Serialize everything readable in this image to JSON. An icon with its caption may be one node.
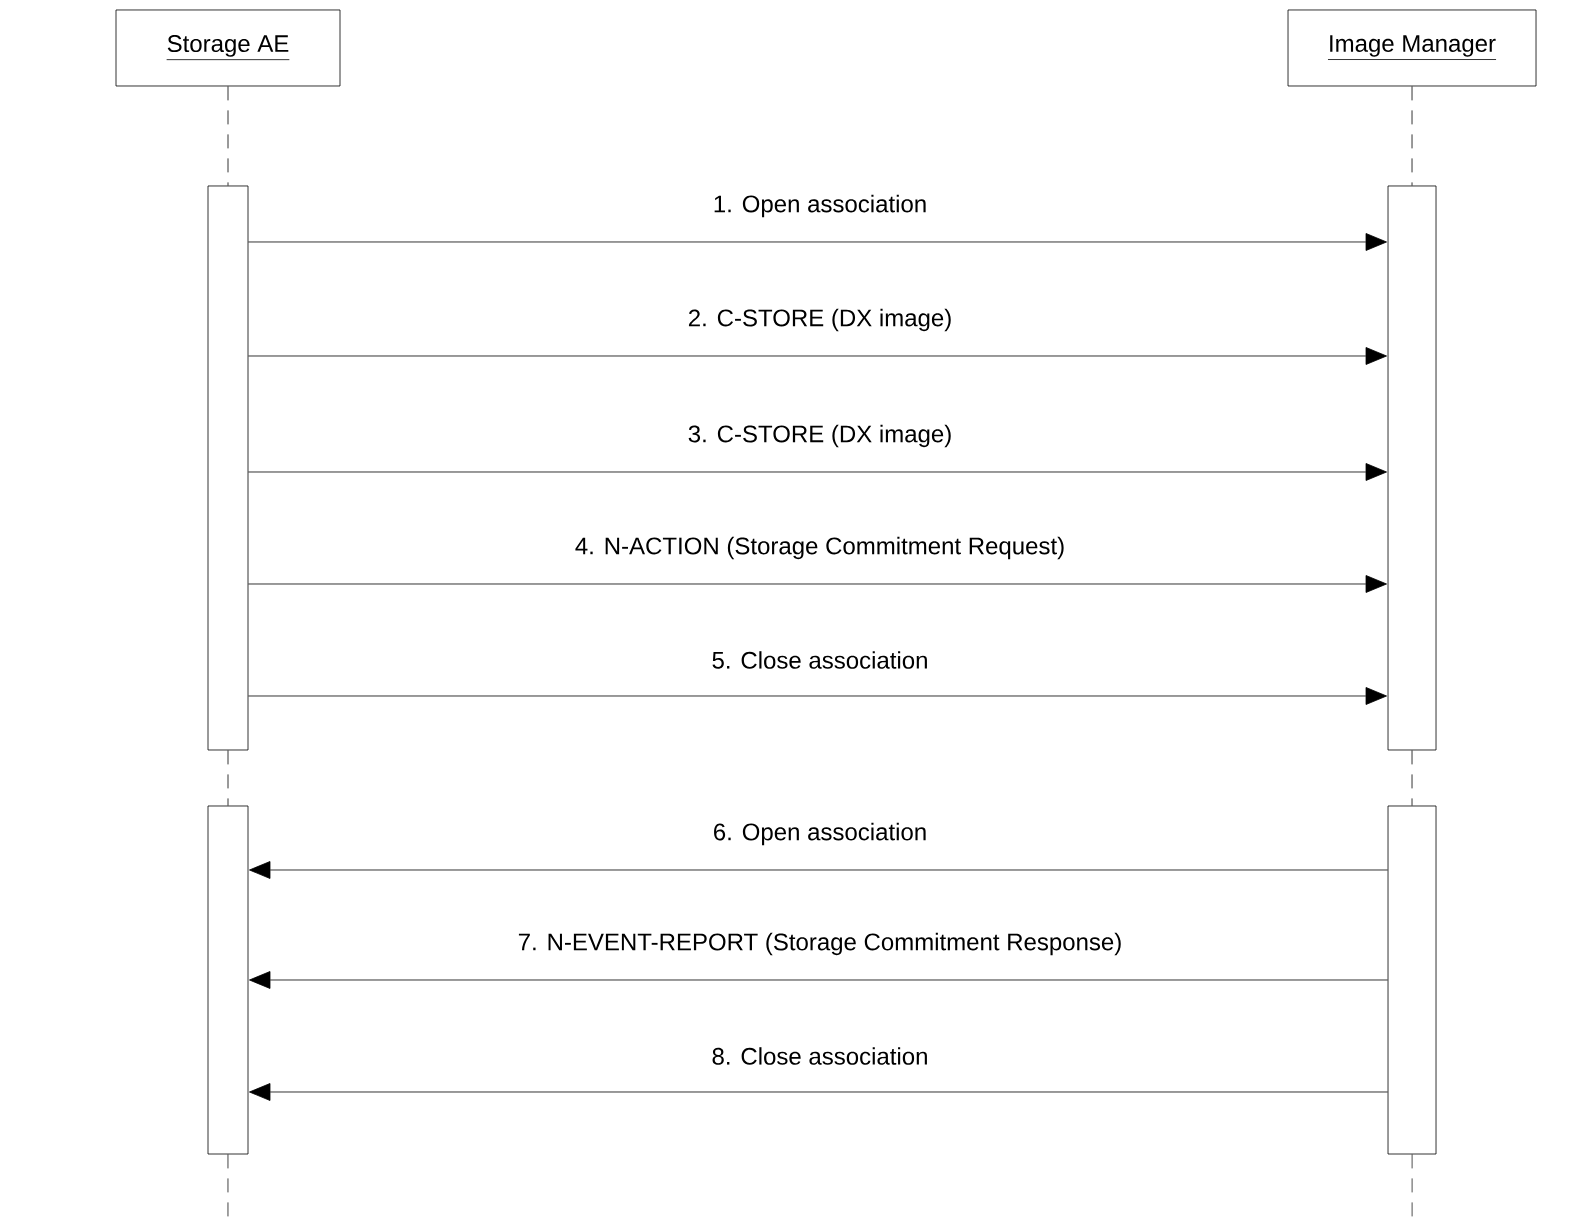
{
  "diagram": {
    "nodes": [
      {
        "text": [
          "Storage AE"
        ]
      },
      {
        "text": [
          "Image Manager"
        ]
      },
      {
        "text": [],
        "shape": "bar"
      },
      {
        "text": [],
        "shape": "bar"
      },
      {
        "text": [],
        "shape": "bar"
      },
      {
        "text": [],
        "shape": "bar"
      }
    ],
    "edges": [
      {
        "from": 0,
        "to": 2,
        "arrow": "none",
        "style": "dashed"
      },
      {
        "from": 2,
        "to": 4,
        "arrow": "none",
        "style": "dashed"
      },
      {
        "from": 4,
        "to": null,
        "arrow": "none",
        "style": "dashed"
      },
      {
        "from": 1,
        "to": 3,
        "arrow": "none",
        "style": "dashed"
      },
      {
        "from": 3,
        "to": 5,
        "arrow": "none",
        "style": "dashed"
      },
      {
        "from": 5,
        "to": null,
        "arrow": "none",
        "style": "dashed"
      },
      {
        "from": 2,
        "to": 3,
        "arrow": "to",
        "label": "1. Open association"
      },
      {
        "from": 2,
        "to": 3,
        "arrow": "to",
        "label": "2. C-STORE (DX image)"
      },
      {
        "from": 2,
        "to": 3,
        "arrow": "to",
        "label": "3. C-STORE (DX image)"
      },
      {
        "from": 2,
        "to": 3,
        "arrow": "to",
        "label": "4. N-ACTION (Storage Commitment Request)"
      },
      {
        "from": 2,
        "to": 3,
        "arrow": "to",
        "label": "5. Close association"
      },
      {
        "from": 5,
        "to": 4,
        "arrow": "to",
        "label": "6. Open association"
      },
      {
        "from": 5,
        "to": 4,
        "arrow": "to",
        "label": "7. N-EVENT-REPORT (Storage Commitment Response)"
      },
      {
        "from": 5,
        "to": 4,
        "arrow": "to",
        "label": "8. Close association"
      }
    ]
  }
}
